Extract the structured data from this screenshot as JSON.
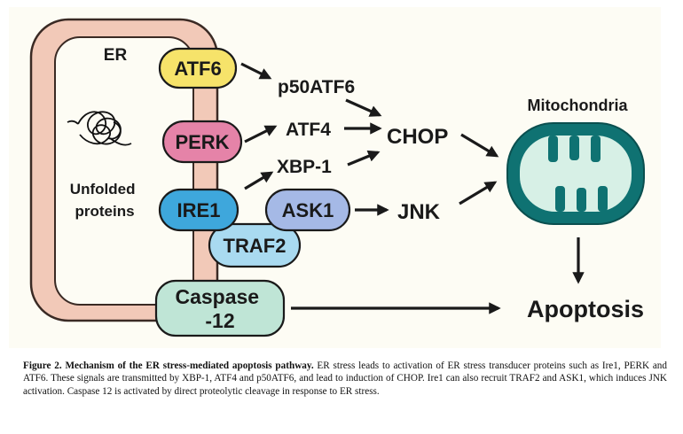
{
  "diagram": {
    "er_label": "ER",
    "unfolded_label": [
      "Unfolded",
      "proteins"
    ],
    "atf6": "ATF6",
    "perk": "PERK",
    "ire1": "IRE1",
    "ask1": "ASK1",
    "traf2": "TRAF2",
    "caspase12": [
      "Caspase",
      "-12"
    ],
    "p50atf6": "p50ATF6",
    "atf4": "ATF4",
    "xbp1": "XBP-1",
    "chop": "CHOP",
    "jnk": "JNK",
    "mitochondria": "Mitochondria",
    "apoptosis": "Apoptosis"
  },
  "colors": {
    "er_membrane": "#f2c9b8",
    "er_outline": "#3a2a24",
    "atf6": "#f6e36a",
    "perk": "#e583a8",
    "ire1": "#3ea7dc",
    "ask1": "#a5b9e6",
    "traf2": "#a9daf0",
    "caspase12": "#bfe5d6",
    "mito_outer": "#0f7272",
    "mito_inner": "#d7f0e6"
  },
  "caption": {
    "heading": "Figure 2.  Mechanism of the ER stress-mediated apoptosis pathway.",
    "body": " ER stress leads to activation of ER stress transducer proteins such as Ire1, PERK and ATF6. These signals are transmitted by XBP-1, ATF4 and p50ATF6, and lead to induction of CHOP. Ire1 can also recruit TRAF2 and ASK1, which induces JNK activation. Caspase 12 is activated by direct proteolytic cleavage in response to ER stress."
  }
}
